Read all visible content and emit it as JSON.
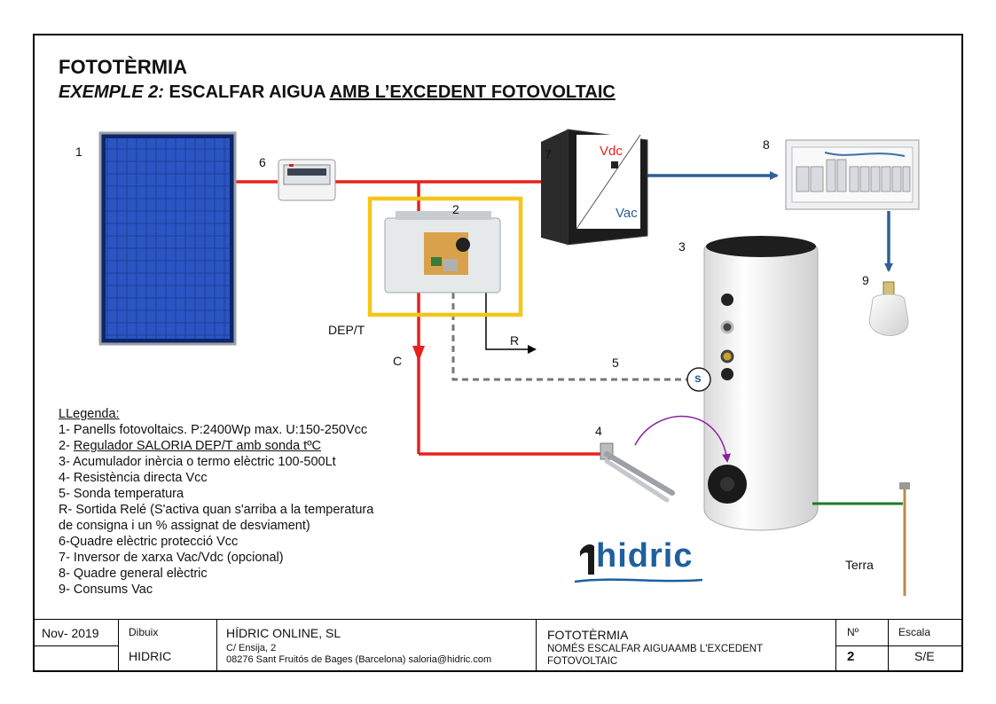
{
  "title": {
    "main": "FOTOTÈRMIA",
    "sub_italic": "EXEMPLE 2:",
    "sub_plain": " ESCALFAR AIGUA ",
    "sub_underlined": "AMB L’EXCEDENT FOTOVOLTAIC"
  },
  "labels": {
    "n1": "1",
    "n2": "2",
    "n3": "3",
    "n4": "4",
    "n5": "5",
    "n6": "6",
    "n7": "7",
    "n8": "8",
    "n9": "9",
    "vdc": "Vdc",
    "vac": "Vac",
    "dep_t": "DEP/T",
    "c": "C",
    "r": "R",
    "s": "s",
    "terra": "Terra"
  },
  "legend": {
    "heading": "LLegenda:",
    "items": [
      "1- Panells fotovoltaics. P:2400Wp max. U:150-250Vcc",
      "2- ",
      "3- Acumulador inèrcia o termo elèctric 100-500Lt",
      "4- Resistència directa Vcc",
      "5- Sonda temperatura",
      "R- Sortida Relé (S'activa quan s'arriba a la temperatura",
      "de consigna i un % assignat de desviament)",
      "6-Quadre elèctric protecció Vcc",
      "7- Inversor de xarxa Vac/Vdc (opcional)",
      "8- Quadre general elèctric",
      "9- Consums Vac"
    ],
    "item2_link": "Regulador SALORIA DEP/T amb sonda tºC"
  },
  "logo": {
    "text": "hidric"
  },
  "title_block": {
    "date": "Nov- 2019",
    "drawn_label": "Dibuix",
    "drawn_value": "HIDRIC",
    "company": "HÍDRIC ONLINE, SL",
    "address1": "C/ Ensija, 2",
    "address2": "08276 Sant Fruitós de Bages (Barcelona)  saloria@hidric.com",
    "project": "FOTOTÈRMIA",
    "desc_line1": "NOMÉS ESCALFAR AIGUAAMB L'EXCEDENT",
    "desc_line2": "FOTOVOLTAIC",
    "num_label": "Nº",
    "num_value": "2",
    "scale_label": "Escala",
    "scale_value": "S/E"
  },
  "colors": {
    "dc_line": "#e8211d",
    "ac_line": "#2e5f98",
    "earth_line": "#1f7a2a",
    "sensor_line": "#777777",
    "regulator_frame": "#f5c518",
    "arc_arrow": "#8a1fa0",
    "logo_blue": "#1f5f9e"
  }
}
